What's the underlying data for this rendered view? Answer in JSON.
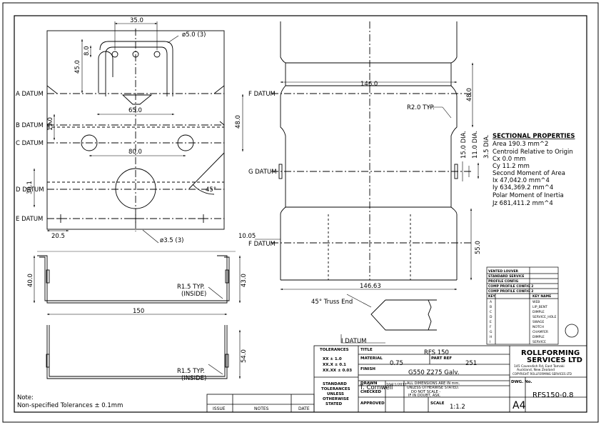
{
  "top_view": {
    "dim_35": "35.0",
    "dim_hole_dia_5": "ø5.0 (3)",
    "dim_45": "45.0",
    "dim_8": "8.0",
    "dim_65": "65.0",
    "dim_15": "15.0",
    "dim_80": "80.0",
    "dim_48": "48.0",
    "dim_30": "30.1",
    "dim_45deg": "45°",
    "dim_20_5": "20.5",
    "dim_hole_dia_3_5": "ø3.5 (3)",
    "datum_a": "A DATUM",
    "datum_b": "B DATUM",
    "datum_c": "C DATUM",
    "datum_d": "D DATUM",
    "datum_e": "E DATUM"
  },
  "right_view": {
    "dim_146": "146.0",
    "dim_48": "48.0",
    "r2_label": "R2.0 TYP.",
    "dim_11_dia": "11.0 DIA.",
    "dim_15_dia": "15.0 DIA.",
    "dim_3_5_dia": "3.5 DIA.",
    "dim_10_05": "10.05",
    "dim_55": "55.0",
    "dim_146_63": "146.63",
    "datum_f_top": "F DATUM",
    "datum_g": "G DATUM",
    "datum_f_bottom": "F DATUM",
    "truss_end": "45° Truss End",
    "datum_i": "I DATUM"
  },
  "sectional_properties": {
    "title": "SECTIONAL PROPERTIES",
    "area": "Area   190.3 mm^2",
    "centroid": "Centroid Relative to Origin",
    "cx": "Cx   0.0 mm",
    "cy": "Cy   11.2 mm",
    "second_moment": "Second Moment of Area",
    "ix": "Ix   47,042.0 mm^4",
    "iy": "Iy   634,369.2 mm^4",
    "polar": "Polar Moment of Inertia",
    "jz": "Jz   681,411.2 mm^4"
  },
  "section_1": {
    "dim_40": "40.0",
    "dim_43": "43.0",
    "r_label_1": "R1.5 TYP.",
    "r_label_2": "(INSIDE)",
    "dim_150": "150"
  },
  "section_2": {
    "dim_54": "54.0",
    "r_label_1": "R1.5 TYP.",
    "r_label_2": "(INSIDE)"
  },
  "notes": {
    "title": "Note:",
    "text": "Non-specified Tolerances ± 0.1mm"
  },
  "revision_table": {
    "issue": "ISSUE",
    "notes": "NOTES",
    "date": "DATE"
  },
  "title_block": {
    "tolerances_header": "TOLERANCES",
    "tol_1": "XX   ± 1.0",
    "tol_2": "XX.X  ± 0.1",
    "tol_3": "XX.XX ± 0.03",
    "standard_1": "STANDARD",
    "standard_2": "TOLERANCES",
    "standard_3": "UNLESS",
    "standard_4": "OTHERWISE",
    "standard_5": "STATED",
    "title_label": "TITLE",
    "title_value": "RFS 150",
    "material_label": "MATERIAL",
    "material_value": "0.75",
    "ref_label": "PART REF",
    "ref_value": "251",
    "finish_label": "FINISH",
    "finish_value": "G550 Z275 Galv.",
    "drawn_label": "DRAWN",
    "drawn_value": "T. Cornwell",
    "date_value": "10/11/2017",
    "checked_label": "CHECKED",
    "approved_label": "APPROVED",
    "dims_note_1": "ALL DIMENSIONS ARE IN mm,",
    "dims_note_2": "UNLESS OTHERWISE STATED.",
    "dims_note_3": "DO NOT SCALE -",
    "dims_note_4": "IF IN DOUBT, ASK.",
    "scale_label": "SCALE",
    "scale_value": "1:1.2",
    "company_1": "ROLLFORMING",
    "company_2": "SERVICES LTD",
    "address_1": "145 Cavendish Rd, East Tamaki",
    "address_2": "Auckland, New Zealand",
    "copyright": "COPYRIGHT ROLLFORMING SERVICES LTD",
    "dwg_label": "DWG. No.",
    "sheet": "A4",
    "dwg_value": "RFS150-0.8"
  },
  "legend_table": {
    "h1": "VENTED LOUVER",
    "h2": "STANDARD SERVICE",
    "h3": "PROFILE CONFIG",
    "h4": "COMP PROFILE CONFIG 2",
    "h5": "COMP PROFILE CONFIG 2",
    "key_header": "KEY",
    "desc_header": "KEY NAME",
    "keys": [
      "A",
      "B",
      "C",
      "D",
      "E",
      "F",
      "G",
      "H",
      "I"
    ],
    "names": [
      "WEB",
      "LIP_BENT",
      "DIMPLE",
      "SERVICE_HOLE",
      "SWAGE",
      "NOTCH",
      "CHAMFER",
      "DIMPLE",
      "SERVICE"
    ]
  }
}
